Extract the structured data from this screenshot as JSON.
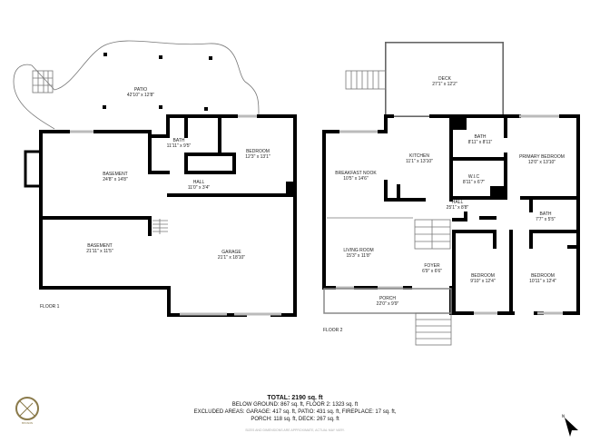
{
  "floor1": {
    "label": "FLOOR 1",
    "rooms": [
      {
        "name": "PATIO",
        "dims": "42'10\" x 12'8\""
      },
      {
        "name": "BATH",
        "dims": "11'11\" x 9'5\""
      },
      {
        "name": "BEDROOM",
        "dims": "12'3\" x 13'1\""
      },
      {
        "name": "BASEMENT",
        "dims": "24'8\" x 14'8\""
      },
      {
        "name": "HALL",
        "dims": "11'0\" x 3'4\""
      },
      {
        "name": "BASEMENT",
        "dims": "21'11\" x 11'5\""
      },
      {
        "name": "GARAGE",
        "dims": "21'1\" x 18'10\""
      }
    ]
  },
  "floor2": {
    "label": "FLOOR 2",
    "rooms": [
      {
        "name": "DECK",
        "dims": "27'1\" x 12'2\""
      },
      {
        "name": "KITCHEN",
        "dims": "11'1\" x 13'10\""
      },
      {
        "name": "BATH",
        "dims": "8'11\" x 8'11\""
      },
      {
        "name": "PRIMARY BEDROOM",
        "dims": "12'0\" x 13'10\""
      },
      {
        "name": "BREAKFAST NOOK",
        "dims": "10'5\" x 14'6\""
      },
      {
        "name": "W.I.C",
        "dims": "8'11\" x 6'7\""
      },
      {
        "name": "HALL",
        "dims": "25'1\" x 8'8\""
      },
      {
        "name": "BATH",
        "dims": "7'7\" x 5'5\""
      },
      {
        "name": "LIVING ROOM",
        "dims": "15'3\" x 11'8\""
      },
      {
        "name": "FOYER",
        "dims": "6'9\" x 6'6\""
      },
      {
        "name": "BEDROOM",
        "dims": "9'10\" x 12'4\""
      },
      {
        "name": "BEDROOM",
        "dims": "10'11\" x 12'4\""
      },
      {
        "name": "PORCH",
        "dims": "22'0\" x 9'9\""
      }
    ]
  },
  "summary": {
    "total": "TOTAL: 2190 sq. ft",
    "line1": "BELOW GROUND: 867 sq. ft, FLOOR 2: 1323 sq. ft",
    "line2": "EXCLUDED AREAS: GARAGE: 417 sq. ft, PATIO: 431 sq. ft, FIREPLACE: 17 sq. ft,",
    "line3": "PORCH: 118 sq. ft, DECK: 267 sq. ft",
    "disclaimer": "SIZES AND DIMENSIONS ARE APPROXIMATE, ACTUAL MAY VARY."
  },
  "logo": {
    "text": "ENVISION MEDIA"
  },
  "compass": {
    "label": "N"
  },
  "colors": {
    "wall": "#000000",
    "window": "#bbbbbb",
    "disclaimer": "#aaaaaa",
    "logo": "#8a7a4a"
  }
}
